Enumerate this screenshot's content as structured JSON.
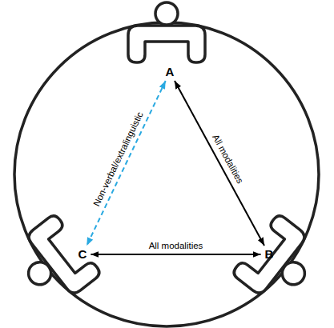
{
  "diagram": {
    "nodes": [
      {
        "text": [
          "A"
        ]
      },
      {
        "text": [
          "B"
        ]
      },
      {
        "text": [
          "C"
        ]
      }
    ],
    "edges": [
      {
        "from": 0,
        "to": 1,
        "arrow": "both",
        "label": "All modalities"
      },
      {
        "from": 1,
        "to": 2,
        "arrow": "both",
        "label": "All modalities"
      },
      {
        "from": 0,
        "to": 2,
        "arrow": "both",
        "label": "Non-verbal/extralinguistic"
      }
    ]
  }
}
